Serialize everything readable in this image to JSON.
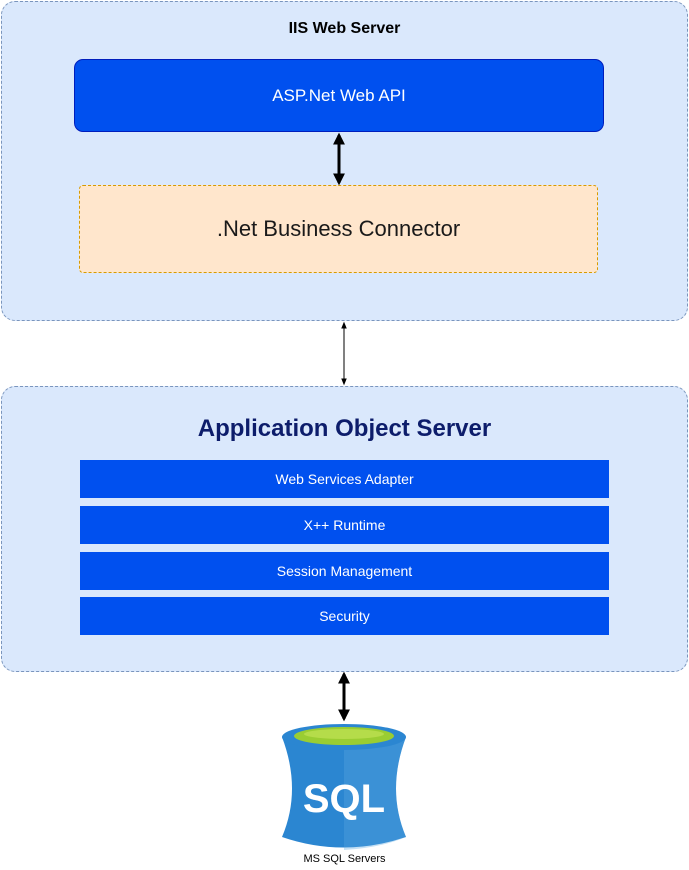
{
  "iis_server": {
    "title": "IIS Web Server",
    "web_api_label": "ASP.Net Web API",
    "business_connector_label": ".Net Business Connector"
  },
  "application_object_server": {
    "title": "Application Object Server",
    "layers": [
      "Web Services Adapter",
      "X++ Runtime",
      "Session Management",
      "Security"
    ]
  },
  "database": {
    "icon_text": "SQL",
    "caption": "MS SQL Servers"
  },
  "colors": {
    "container_fill": "#dae8fc",
    "container_border": "#7a95bd",
    "component_blue": "#0050ef",
    "connector_fill": "#ffe6cc",
    "connector_border": "#d79b00",
    "aos_title": "#0d1d6b",
    "sql_body": "#2b86d1",
    "sql_top": "#9acd32"
  }
}
